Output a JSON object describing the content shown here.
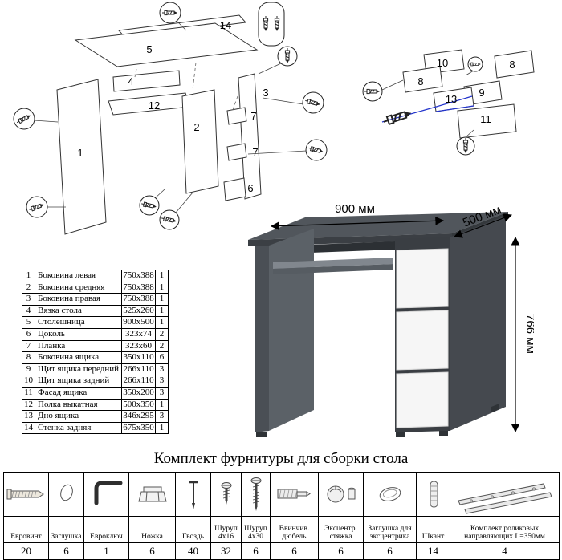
{
  "parts": {
    "rows": [
      {
        "num": "1",
        "name": "Боковина левая",
        "size": "750x388",
        "qty": "1"
      },
      {
        "num": "2",
        "name": "Боковина средняя",
        "size": "750x388",
        "qty": "1"
      },
      {
        "num": "3",
        "name": "Боковина правая",
        "size": "750x388",
        "qty": "1"
      },
      {
        "num": "4",
        "name": "Вязка стола",
        "size": "525x260",
        "qty": "1"
      },
      {
        "num": "5",
        "name": "Столешница",
        "size": "900x500",
        "qty": "1"
      },
      {
        "num": "6",
        "name": "Цоколь",
        "size": "323x74",
        "qty": "2"
      },
      {
        "num": "7",
        "name": "Планка",
        "size": "323x60",
        "qty": "2"
      },
      {
        "num": "8",
        "name": "Боковина ящика",
        "size": "350x110",
        "qty": "6"
      },
      {
        "num": "9",
        "name": "Щит ящика передний",
        "size": "266x110",
        "qty": "3"
      },
      {
        "num": "10",
        "name": "Щит ящика задний",
        "size": "266x110",
        "qty": "3"
      },
      {
        "num": "11",
        "name": "Фасад ящика",
        "size": "350x200",
        "qty": "3"
      },
      {
        "num": "12",
        "name": "Полка выкатная",
        "size": "500x350",
        "qty": "1"
      },
      {
        "num": "13",
        "name": "Дно ящика",
        "size": "346x295",
        "qty": "3"
      },
      {
        "num": "14",
        "name": "Стенка задняя",
        "size": "675x350",
        "qty": "1"
      }
    ]
  },
  "render": {
    "dim_width": "900 мм",
    "dim_depth": "500 мм",
    "dim_height": "766 мм",
    "colors": {
      "top": "#51565c",
      "side": "#45494f",
      "drawer": "#f6f6f6"
    }
  },
  "diagram": {
    "desk_labels": [
      "14",
      "5",
      "4",
      "12",
      "2",
      "1",
      "3",
      "7",
      "7",
      "6"
    ],
    "drawer_labels": [
      "10",
      "8",
      "8",
      "9",
      "13",
      "11"
    ]
  },
  "hardware": {
    "title": "Комплект фурнитуры для сборки стола",
    "items": [
      {
        "name": "Евровинт",
        "qty": "20",
        "icon": "euro-screw-icon"
      },
      {
        "name": "Заглушка",
        "qty": "6",
        "icon": "cap-icon"
      },
      {
        "name": "Евроключ",
        "qty": "1",
        "icon": "hex-key-icon"
      },
      {
        "name": "Ножка",
        "qty": "6",
        "icon": "foot-icon"
      },
      {
        "name": "Гвоздь",
        "qty": "40",
        "icon": "nail-icon"
      },
      {
        "name": "Шуруп 4x16",
        "qty": "32",
        "icon": "screw-short-icon"
      },
      {
        "name": "Шуруп 4x30",
        "qty": "6",
        "icon": "screw-long-icon"
      },
      {
        "name": "Ввинчив. дюбель",
        "qty": "6",
        "icon": "threaded-dowel-icon"
      },
      {
        "name": "Эксцентр. стяжка",
        "qty": "6",
        "icon": "cam-lock-icon"
      },
      {
        "name": "Заглушка для эксцентрика",
        "qty": "6",
        "icon": "cam-cap-icon"
      },
      {
        "name": "Шкант",
        "qty": "14",
        "icon": "wood-dowel-icon"
      },
      {
        "name": "Комплект роликовых направляющих L=350мм",
        "qty": "4",
        "icon": "drawer-slides-icon"
      }
    ]
  }
}
